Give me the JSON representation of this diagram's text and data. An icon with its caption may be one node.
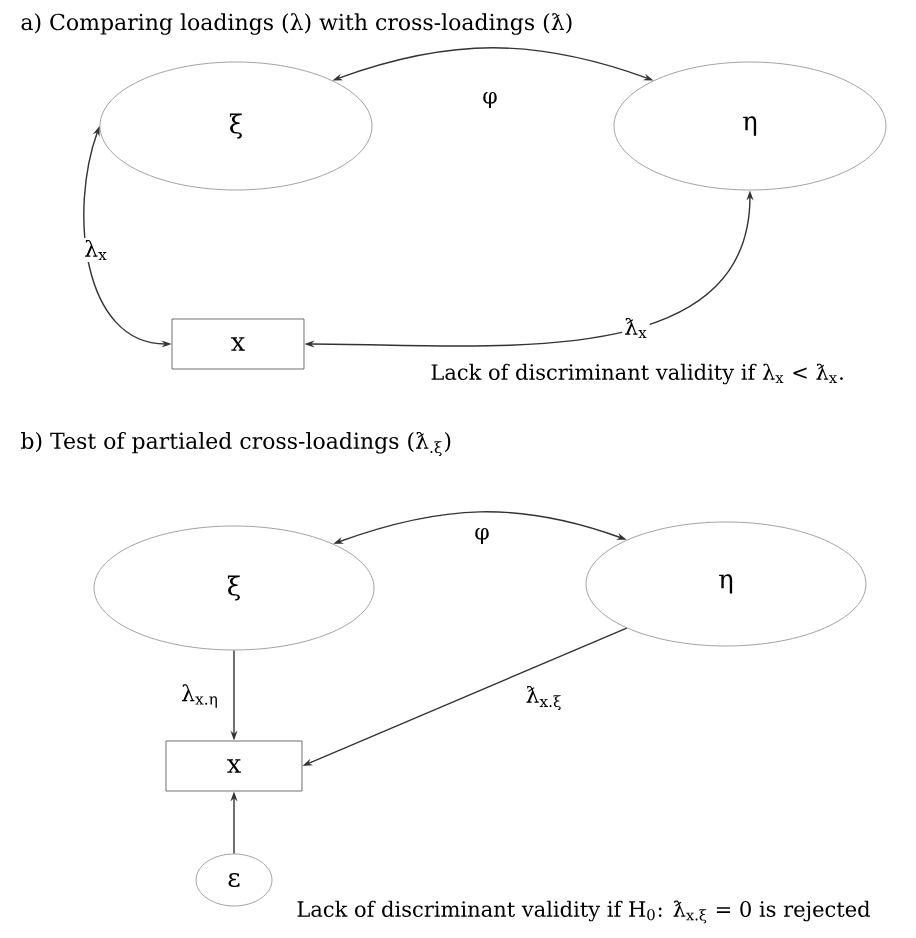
{
  "diagram": {
    "nodes": [
      {
        "text": [
          "ξ"
        ]
      },
      {
        "text": [
          "η"
        ]
      },
      {
        "text": [
          "x"
        ]
      },
      {
        "text": [
          "ξ"
        ]
      },
      {
        "text": [
          "η"
        ]
      },
      {
        "text": [
          "x"
        ]
      },
      {
        "text": [
          "ε"
        ]
      }
    ],
    "edges": [
      {
        "from": 0,
        "to": 1,
        "arrow": "both",
        "label": "φ"
      },
      {
        "from": 0,
        "to": 2,
        "arrow": "both",
        "label": "λ$_{x}$"
      },
      {
        "from": 1,
        "to": 2,
        "arrow": "both",
        "label": "ƛ$_{x}$"
      },
      {
        "from": 3,
        "to": 4,
        "arrow": "both",
        "label": "φ"
      },
      {
        "from": 3,
        "to": 5,
        "arrow": "to",
        "label": "λ$_{x.η}$"
      },
      {
        "from": 4,
        "to": 5,
        "arrow": "to",
        "label": "ƛ$_{x.ξ}$"
      },
      {
        "from": 6,
        "to": 5,
        "arrow": "to"
      }
    ],
    "labels": [
      "a) Comparing loadings (λ) with cross-loadings (ƛ)",
      "Lack of discriminant validity if λ$_{x}$ < ƛ$_{x}$.",
      "b) Test of partialed cross-loadings (ƛ$_{.ξ}$)",
      "Lack of discriminant validity if H$_{0}$: ƛ$_{x.ξ}$ = 0 is rejected"
    ]
  }
}
